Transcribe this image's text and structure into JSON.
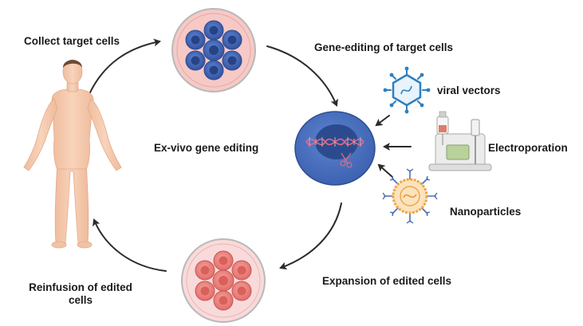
{
  "labels": {
    "collect": "Collect  target cells",
    "gene_editing": "Gene-editing of target cells",
    "viral_vectors": "viral vectors",
    "ex_vivo": "Ex-vivo gene editing",
    "electroporation": "Electroporation",
    "nanoparticles": "Nanoparticles",
    "expansion": "Expansion of edited cells",
    "reinfusion": "Reinfusion of edited cells"
  },
  "colors": {
    "edited_cells": "#e8736f",
    "target_cells": "#3f63b5",
    "dish_pink": "#f6c9c6",
    "skin": "#f5c9ad",
    "arrow": "#2b2b2b",
    "virus": "#2f7fbf",
    "nanoparticle": "#f0a445"
  },
  "icons": [
    "human-body-icon",
    "target-cell-dish-icon",
    "edited-cell-dish-icon",
    "cell-with-dna-icon",
    "virus-icon",
    "electroporation-device-icon",
    "nanoparticle-icon"
  ]
}
